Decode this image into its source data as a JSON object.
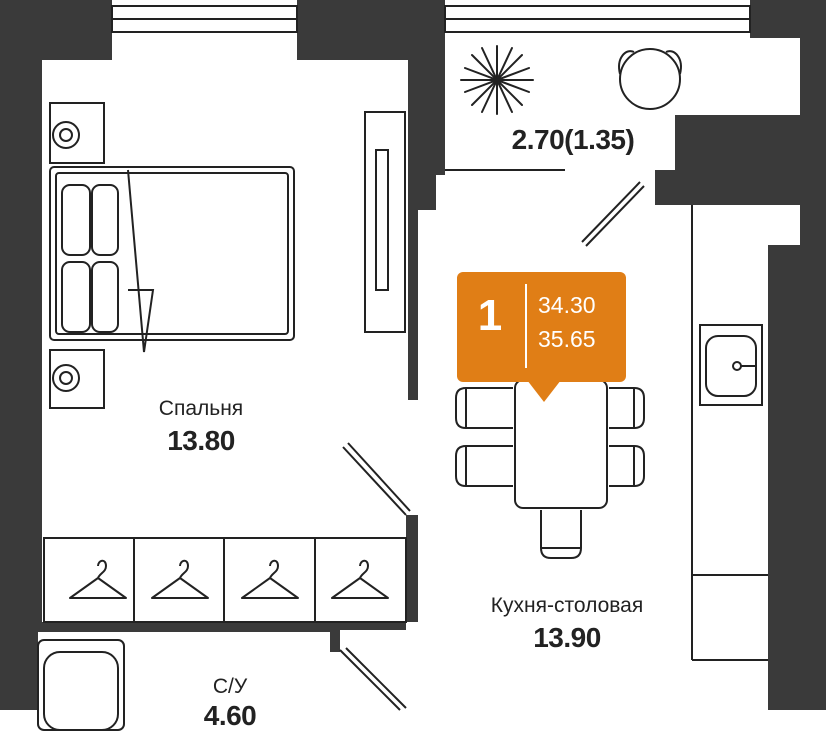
{
  "apartment": {
    "rooms_count": "1",
    "total_area": "34.30",
    "total_area_with_balcony": "35.65"
  },
  "rooms": {
    "bedroom": {
      "name": "Спальня",
      "area": "13.80"
    },
    "balcony": {
      "area": "2.70(1.35)"
    },
    "kitchen": {
      "name": "Кухня-столовая",
      "area": "13.90"
    },
    "bathroom": {
      "name": "С/У",
      "area": "4.60"
    }
  },
  "colors": {
    "wall": "#3A3A3A",
    "badge": "#E07E16",
    "line": "#222222",
    "background": "#FFFFFF"
  }
}
